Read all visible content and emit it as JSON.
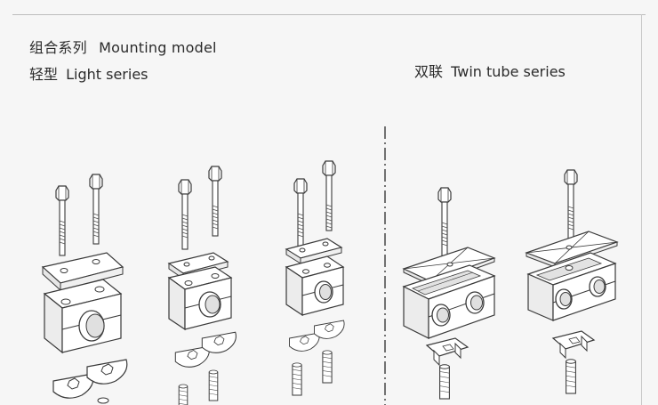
{
  "header": {
    "group_cn": "组合系列",
    "group_en": "Mounting model",
    "light_cn": "轻型",
    "light_en": "Light series",
    "twin_cn": "双联",
    "twin_en": "Twin tube series"
  },
  "colors": {
    "line": "#3a3a3a",
    "paper": "#f6f6f6",
    "part_fill": "#ffffff",
    "shade": "#d9d9d9"
  }
}
